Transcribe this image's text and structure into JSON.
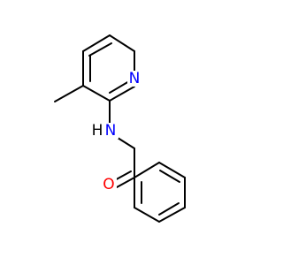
{
  "molecule": {
    "atoms": [
      {
        "id": "N1",
        "symbol": "N",
        "color": "#0000ff"
      },
      {
        "id": "NH",
        "symbol": "H",
        "color": "#000000"
      },
      {
        "id": "NHN",
        "symbol": "N",
        "color": "#0000ff"
      },
      {
        "id": "O1",
        "symbol": "O",
        "color": "#ff0000"
      }
    ],
    "bond_color": "#000000",
    "background": "#ffffff"
  }
}
